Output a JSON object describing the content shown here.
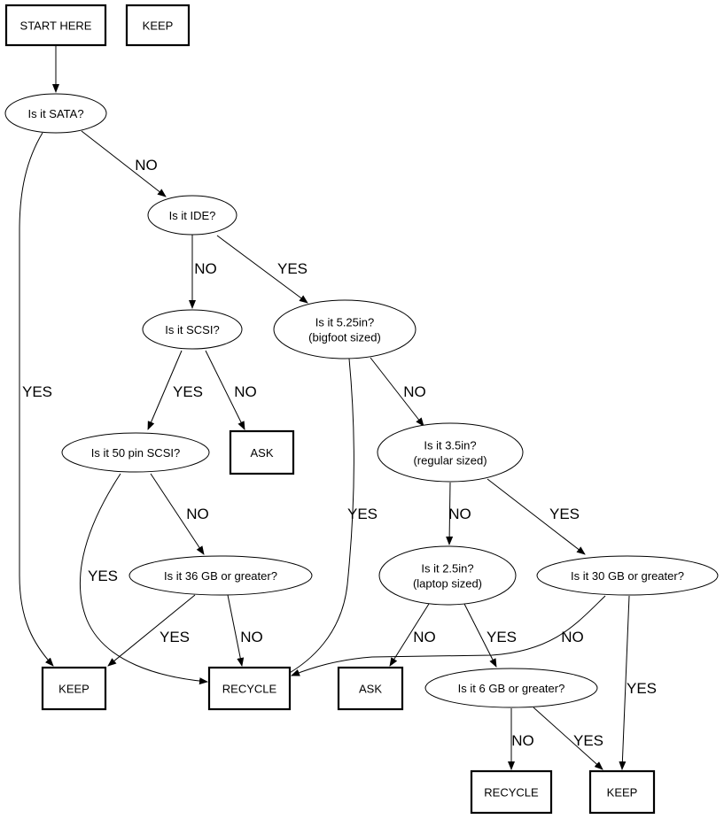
{
  "nodes": {
    "start": "START HERE",
    "keep_top": "KEEP",
    "sata": "Is it SATA?",
    "ide": "Is it IDE?",
    "scsi": "Is it SCSI?",
    "bigfoot_1": "Is it 5.25in?",
    "bigfoot_2": "(bigfoot sized)",
    "pin50": "Is it 50 pin SCSI?",
    "ask1": "ASK",
    "regular_1": "Is it 3.5in?",
    "regular_2": "(regular sized)",
    "gb36": "Is it 36 GB or greater?",
    "laptop_1": "Is it 2.5in?",
    "laptop_2": "(laptop sized)",
    "gb30": "Is it 30 GB or greater?",
    "keep1": "KEEP",
    "recycle1": "RECYCLE",
    "ask2": "ASK",
    "gb6": "Is it 6 GB or greater?",
    "recycle2": "RECYCLE",
    "keep2": "KEEP"
  },
  "edges": [
    {
      "from": "start",
      "to": "sata",
      "label": ""
    },
    {
      "from": "sata",
      "to": "ide",
      "label": "NO"
    },
    {
      "from": "sata",
      "to": "keep1",
      "label": "YES"
    },
    {
      "from": "ide",
      "to": "scsi",
      "label": "NO"
    },
    {
      "from": "ide",
      "to": "bigfoot",
      "label": "YES"
    },
    {
      "from": "scsi",
      "to": "pin50",
      "label": "YES"
    },
    {
      "from": "scsi",
      "to": "ask1",
      "label": "NO"
    },
    {
      "from": "bigfoot",
      "to": "recycle1",
      "label": "YES"
    },
    {
      "from": "bigfoot",
      "to": "regular",
      "label": "NO"
    },
    {
      "from": "pin50",
      "to": "gb36",
      "label": "NO"
    },
    {
      "from": "pin50",
      "to": "recycle1",
      "label": "YES"
    },
    {
      "from": "gb36",
      "to": "keep1",
      "label": "YES"
    },
    {
      "from": "gb36",
      "to": "recycle1",
      "label": "NO"
    },
    {
      "from": "regular",
      "to": "laptop",
      "label": "NO"
    },
    {
      "from": "regular",
      "to": "gb30",
      "label": "YES"
    },
    {
      "from": "gb30",
      "to": "recycle1",
      "label": "NO"
    },
    {
      "from": "gb30",
      "to": "keep2",
      "label": "YES"
    },
    {
      "from": "laptop",
      "to": "ask2",
      "label": "NO"
    },
    {
      "from": "laptop",
      "to": "gb6",
      "label": "YES"
    },
    {
      "from": "gb6",
      "to": "recycle2",
      "label": "NO"
    },
    {
      "from": "gb6",
      "to": "keep2",
      "label": "YES"
    }
  ]
}
